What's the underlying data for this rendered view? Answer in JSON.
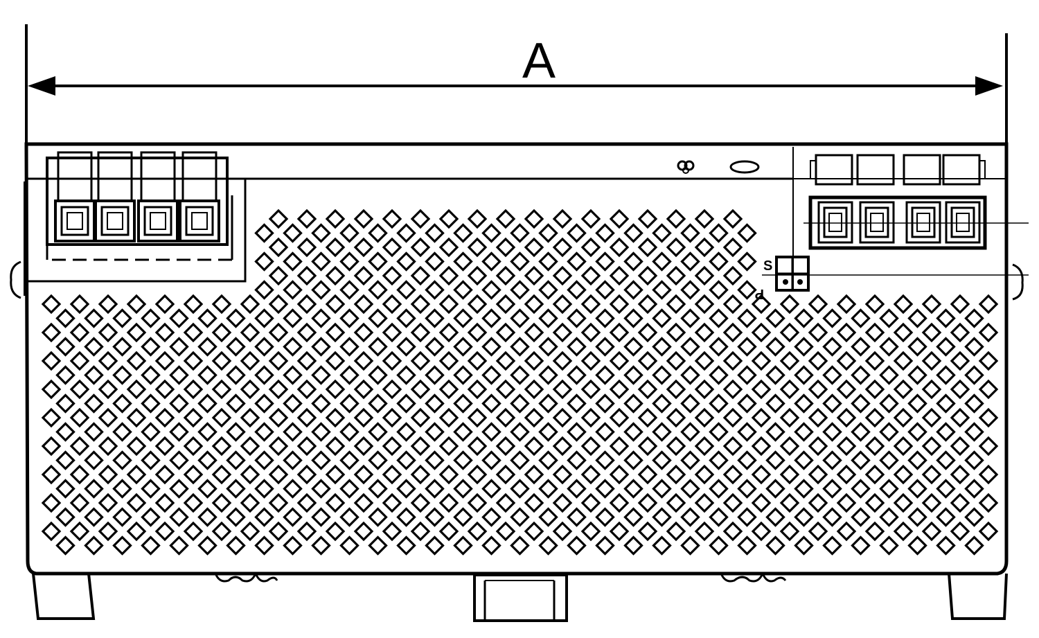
{
  "dimension": {
    "label": "A"
  },
  "jumper": {
    "top_label": "S",
    "bottom_label": "P"
  },
  "colors": {
    "line": "#000000",
    "background": "#ffffff"
  },
  "icons": [
    "arrow-left-icon",
    "arrow-right-icon"
  ]
}
